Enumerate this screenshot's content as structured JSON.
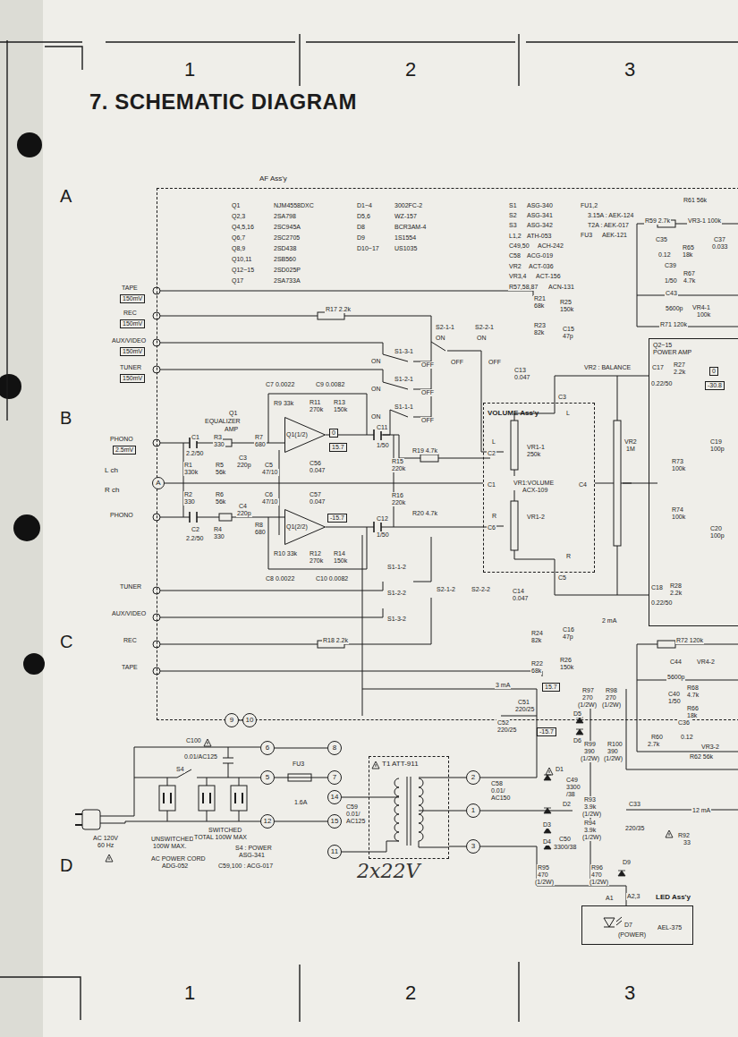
{
  "diagram": {
    "title": "7. SCHEMATIC DIAGRAM",
    "nodes": [
      {
        "text": [
          "AF Ass'y"
        ]
      },
      {
        "text": [
          "VOLUME Ass'y"
        ],
        "in": 0
      },
      {
        "text": [
          "Q2~15 POWER AMP"
        ],
        "in": 0
      },
      {
        "text": [
          "Q1(1/2)"
        ],
        "in": 0
      },
      {
        "text": [
          "Q1(2/2)"
        ],
        "in": 0
      },
      {
        "text": [
          "2.5mV"
        ]
      },
      {
        "text": [
          "150mV"
        ]
      },
      {
        "text": [
          "150mV"
        ]
      },
      {
        "text": [
          "150mV"
        ]
      },
      {
        "text": [
          "150mV"
        ]
      },
      {
        "text": [
          "0"
        ],
        "in": 0
      },
      {
        "text": [
          "15.7"
        ],
        "in": 0
      },
      {
        "text": [
          "-15.7"
        ],
        "in": 0
      },
      {
        "text": [
          "0"
        ],
        "in": 2
      },
      {
        "text": [
          "-30.8"
        ],
        "in": 2
      },
      {
        "text": [
          "15.7"
        ],
        "in": 0
      },
      {
        "text": [
          "-15.7"
        ]
      },
      {
        "text": [
          "A"
        ]
      },
      {
        "text": [
          "9"
        ]
      },
      {
        "text": [
          "10"
        ]
      },
      {
        "text": [
          "6"
        ]
      },
      {
        "text": [
          "5"
        ]
      },
      {
        "text": [
          "12"
        ]
      },
      {
        "text": [
          "8"
        ]
      },
      {
        "text": [
          "7"
        ]
      },
      {
        "text": [
          "14"
        ]
      },
      {
        "text": [
          "15"
        ]
      },
      {
        "text": [
          "11"
        ]
      },
      {
        "text": [
          "T1 ATT-911"
        ]
      },
      {
        "text": [
          "2"
        ]
      },
      {
        "text": [
          "1"
        ]
      },
      {
        "text": [
          "3"
        ]
      },
      {
        "text": [
          "LED Ass'y",
          "AEL-375"
        ]
      }
    ],
    "edges": [
      {
        "from": 18,
        "to": 19,
        "arrow": "none"
      },
      {
        "from": 20,
        "to": 23,
        "arrow": "none"
      },
      {
        "from": 21,
        "to": 24,
        "arrow": "none"
      },
      {
        "from": 22,
        "to": 26,
        "arrow": "none"
      },
      {
        "from": 25,
        "to": 28,
        "arrow": "none"
      },
      {
        "from": 27,
        "to": 28,
        "arrow": "none"
      },
      {
        "from": 28,
        "to": 29,
        "arrow": "none"
      },
      {
        "from": 28,
        "to": 30,
        "arrow": "none"
      },
      {
        "from": 28,
        "to": 31,
        "arrow": "none"
      }
    ],
    "labels": [
      "1",
      "2",
      "3",
      "A",
      "B",
      "C",
      "D",
      "1",
      "2",
      "3",
      "Q1",
      "NJM4558DXC",
      "Q2,3",
      "2SA798",
      "Q4,5,16",
      "2SC945A",
      "Q6,7",
      "2SC2705",
      "Q8,9",
      "2SD438",
      "Q10,11",
      "2SB560",
      "Q12~15",
      "2SD025P",
      "Q17",
      "2SA733A",
      "D1~4",
      "3002FC-2",
      "D5,6",
      "WZ-157",
      "D8",
      "BCR3AM-4",
      "D9",
      "1S1554",
      "D10~17",
      "US1035",
      "S1",
      "ASG-340",
      "S2",
      "ASG-341",
      "S3",
      "ASG-342",
      "L1,2",
      "ATH-053",
      "C49,50",
      "ACH-242",
      "C58",
      "ACG-019",
      "VR2",
      "ACT-036",
      "VR3,4",
      "ACT-156",
      "R57,58,87",
      "ACN-131",
      "FU1,2",
      "3.15A : AEK-124",
      "T2A : AEK-017",
      "FU3",
      "AEK-121",
      "TAPE",
      "REC",
      "AUX/VIDEO",
      "TUNER",
      "PHONO",
      "L ch",
      "R ch",
      "PHONO",
      "TUNER",
      "AUX/VIDEO",
      "REC",
      "TAPE",
      "Q1",
      "EQUALIZER",
      "AMP",
      "C7 0.0022",
      "C9 0.0082",
      "R9 33k",
      "R11",
      "270k",
      "R13",
      "150k",
      "R7",
      "680",
      "C1",
      "2.2/50",
      "R3",
      "330",
      "R1",
      "330k",
      "R5",
      "56k",
      "C3",
      "220p",
      "C5",
      "47/10",
      "C56",
      "0.047",
      "C11",
      "1/50",
      "R15",
      "220k",
      "R16",
      "220k",
      "R19 4.7k",
      "R20 4.7k",
      "R17 2.2k",
      "R18 2.2k",
      "R2",
      "330",
      "R6",
      "56k",
      "C4",
      "220p",
      "C6",
      "47/10",
      "C57",
      "0.047",
      "C2",
      "2.2/50",
      "R4",
      "330",
      "R8",
      "680",
      "C12",
      "1/50",
      "R10 33k",
      "R12",
      "270k",
      "R14",
      "150k",
      "C8 0.0022",
      "C10 0.0082",
      "S1-3-1",
      "ON",
      "OFF",
      "S1-2-1",
      "ON",
      "OFF",
      "S1-1-1",
      "ON",
      "OFF",
      "S2-1-1",
      "ON",
      "OFF",
      "S2-2-1",
      "ON",
      "OFF",
      "S1-1-2",
      "S1-2-2",
      "S1-3-2",
      "S2-1-2",
      "S2-2-2",
      "R21",
      "68k",
      "R25",
      "150k",
      "R23",
      "82k",
      "C15",
      "47p",
      "C13",
      "0.047",
      "C3",
      "L",
      "L",
      "C2",
      "VR1-1",
      "250k",
      "VR1:VOLUME",
      "ACX-109",
      "C1",
      "C4",
      "VR1-2",
      "R",
      "C6",
      "R",
      "C5",
      "C14",
      "0.047",
      "R24",
      "82k",
      "C16",
      "47p",
      "R22",
      "68k",
      "R26",
      "150k",
      "VR2 : BALANCE",
      "VR2",
      "1M",
      "2 mA",
      "3 mA",
      "R61 56k",
      "R59 2.7k",
      "VR3-1 100k",
      "C35",
      "0.12",
      "C37",
      "0.033",
      "R65",
      "18k",
      "C39",
      "1/50",
      "R67",
      "4.7k",
      "C43",
      "5600p",
      "VR4-1",
      "100k",
      "R71 120k",
      "C17",
      "0.22/50",
      "R27",
      "2.2k",
      "R73",
      "100k",
      "C19",
      "100p",
      "R74",
      "100k",
      "C20",
      "100p",
      "C18",
      "0.22/50",
      "R28",
      "2.2k",
      "R72 120k",
      "C44",
      "5600p",
      "VR4-2",
      "C40",
      "1/50",
      "R68",
      "4.7k",
      "R66",
      "18k",
      "C36",
      "0.12",
      "R60",
      "2.7k",
      "VR3-2",
      "R62 56k",
      "R97",
      "270",
      "(1/2W)",
      "R98",
      "270",
      "(1/2W)",
      "C51",
      "220/25",
      "C52",
      "220/25",
      "D5",
      "D6",
      "R99",
      "390",
      "(1/2W)",
      "R100",
      "390",
      "(1/2W)",
      "D1",
      "C49",
      "3300",
      "/38",
      "D2",
      "R93",
      "3.9k",
      "(1/2W)",
      "R94",
      "3.9k",
      "(1/2W)",
      "D3",
      "D4",
      "C50",
      "3300/38",
      "C58",
      "0.01/",
      "AC150",
      "R95",
      "470",
      "(1/2W)",
      "R96",
      "470",
      "(1/2W)",
      "D9",
      "C33",
      "220/35",
      "12 mA",
      "R92",
      "33",
      "A1",
      "A2,3",
      "D7",
      "(POWER)",
      "C100",
      "0.01/AC125",
      "S4",
      "FU3",
      "1.6A",
      "C59",
      "0.01/",
      "AC125",
      "AC 120V",
      "60 Hz",
      "UNSWITCHED",
      "100W MAX.",
      "SWITCHED",
      "TOTAL 100W MAX",
      "AC POWER CORD",
      "ADG-052",
      "S4 : POWER",
      "ASG-341",
      "C59,100 : ACG-017",
      "2x22V"
    ]
  }
}
